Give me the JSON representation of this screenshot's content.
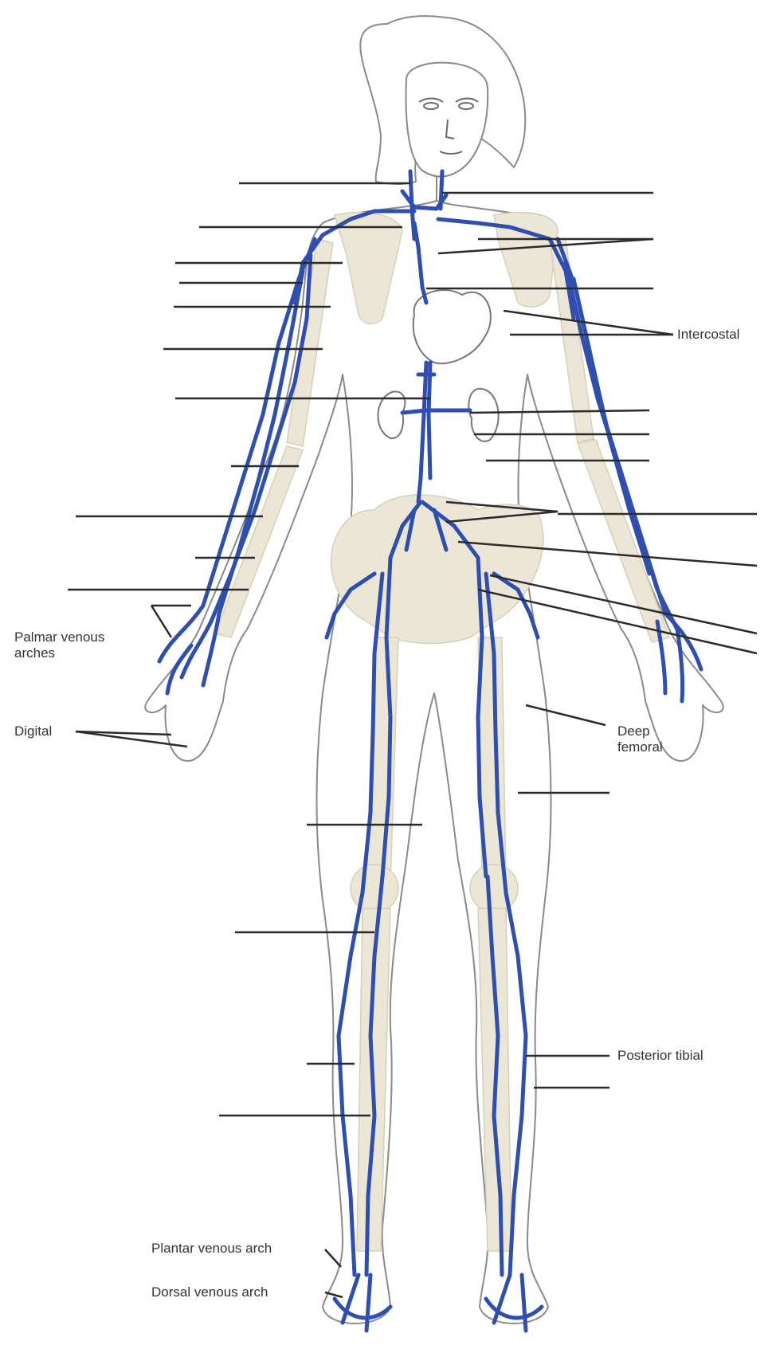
{
  "labels": {
    "intercostal": "Intercostal",
    "palmar_line1": "Palmar venous",
    "palmar_line2": "arches",
    "digital": "Digital",
    "deep_femoral_line1": "Deep",
    "deep_femoral_line2": "femoral",
    "posterior_tibial": "Posterior tibial",
    "plantar_venous_arch": "Plantar venous arch",
    "dorsal_venous_arch": "Dorsal venous arch"
  },
  "colors": {
    "vein": "#2f4fb0",
    "bone": "#ece6d6",
    "outline": "#8a8a8a",
    "leader": "#2b2b2b",
    "label_text": "#333333"
  }
}
